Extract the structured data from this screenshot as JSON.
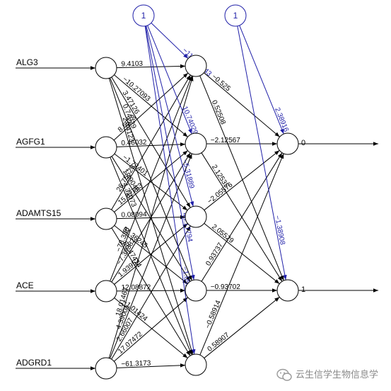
{
  "inputs": [
    "ALG3",
    "AGFG1",
    "ADAMTS15",
    "ACE",
    "ADGRD1"
  ],
  "outputs": [
    "0",
    "1"
  ],
  "bias_label": "1",
  "input_to_hidden": [
    {
      "from": 0,
      "to": 0,
      "label": "9.4103"
    },
    {
      "from": 0,
      "to": 1,
      "label": "−10.27093"
    },
    {
      "from": 0,
      "to": 2,
      "label": "3.47126"
    },
    {
      "from": 0,
      "to": 3,
      "label": "0.74029"
    },
    {
      "from": 0,
      "to": 4,
      "label": "2.44123"
    },
    {
      "from": 1,
      "to": 0,
      "label": "8.6573"
    },
    {
      "from": 1,
      "to": 1,
      "label": "0.46032"
    },
    {
      "from": 1,
      "to": 2,
      "label": "−1.72401"
    },
    {
      "from": 1,
      "to": 3,
      "label": "1.49046"
    },
    {
      "from": 1,
      "to": 4,
      "label": "4.31073"
    },
    {
      "from": 2,
      "to": 0,
      "label": "26.75529"
    },
    {
      "from": 2,
      "to": 1,
      "label": "15.82763"
    },
    {
      "from": 2,
      "to": 2,
      "label": "0.08094"
    },
    {
      "from": 2,
      "to": 3,
      "label": "51.36245"
    },
    {
      "from": 2,
      "to": 4,
      "label": "65.47414"
    },
    {
      "from": 3,
      "to": 0,
      "label": "−78.338"
    },
    {
      "from": 3,
      "to": 1,
      "label": "−7.39382"
    },
    {
      "from": 3,
      "to": 2,
      "label": "1.93952"
    },
    {
      "from": 3,
      "to": 3,
      "label": "12.08872"
    },
    {
      "from": 3,
      "to": 4,
      "label": "−1.01424"
    },
    {
      "from": 4,
      "to": 0,
      "label": "18.01467"
    },
    {
      "from": 4,
      "to": 1,
      "label": "4.39001"
    },
    {
      "from": 4,
      "to": 2,
      "label": "2.66007"
    },
    {
      "from": 4,
      "to": 3,
      "label": "17.07472"
    },
    {
      "from": 4,
      "to": 4,
      "label": "−61.3173"
    }
  ],
  "bias_to_hidden": [
    {
      "to": 0,
      "label": "−119.66843"
    },
    {
      "to": 1,
      "label": "10.74029"
    },
    {
      "to": 2,
      "label": "−5.31889"
    },
    {
      "to": 3,
      "label": "48.17794"
    },
    {
      "to": 4,
      "label": "−1.05877"
    }
  ],
  "hidden_to_output": [
    {
      "from": 0,
      "to": 0,
      "label": "−0.525"
    },
    {
      "from": 0,
      "to": 1,
      "label": "0.52508"
    },
    {
      "from": 1,
      "to": 0,
      "label": "−2.12567"
    },
    {
      "from": 1,
      "to": 1,
      "label": "2.12535"
    },
    {
      "from": 2,
      "to": 0,
      "label": "−2.05576"
    },
    {
      "from": 2,
      "to": 1,
      "label": "2.05529"
    },
    {
      "from": 3,
      "to": 0,
      "label": "0.93737"
    },
    {
      "from": 3,
      "to": 1,
      "label": "−0.93702"
    },
    {
      "from": 4,
      "to": 0,
      "label": "−0.58914"
    },
    {
      "from": 4,
      "to": 1,
      "label": "0.58907"
    }
  ],
  "bias_to_output": [
    {
      "to": 0,
      "label": "2.38916"
    },
    {
      "to": 1,
      "label": "−1.38908"
    }
  ],
  "watermark": "云生信学生物信息学",
  "colors": {
    "edge": "#000000",
    "bias_edge": "#1f1fa8",
    "node_fill": "#ffffff"
  }
}
